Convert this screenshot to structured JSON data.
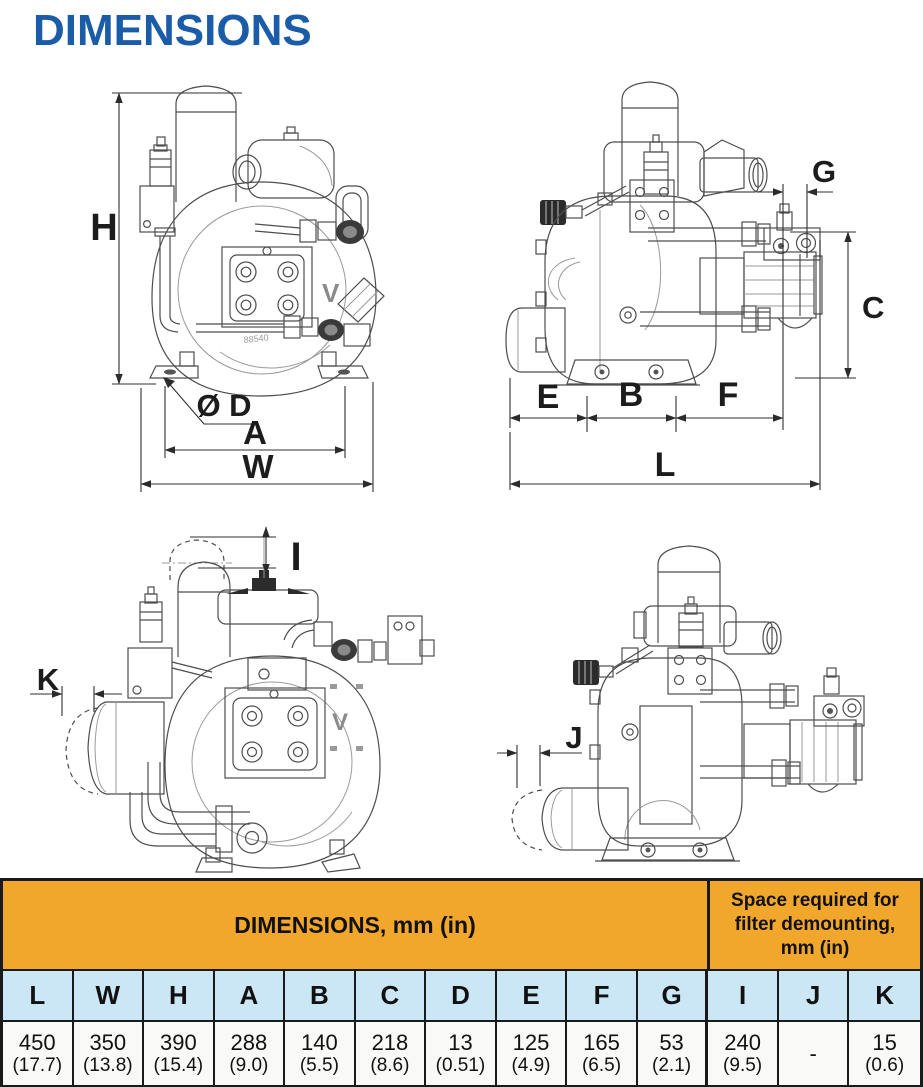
{
  "title": "DIMENSIONS",
  "colors": {
    "title_blue": "#1A5CA8",
    "table_header_orange": "#F0A72B",
    "table_subheader_blue": "#CBE6F4",
    "drawing_line": "#4d4d4d"
  },
  "drawings": {
    "front_top": {
      "dims": {
        "h": "H",
        "dia_d": "Ø D",
        "a": "A",
        "w": "W"
      },
      "marks": {
        "v": "V",
        "part": "88540"
      }
    },
    "side_top": {
      "dims": {
        "g": "G",
        "c": "C",
        "e": "E",
        "b": "B",
        "f": "F",
        "l": "L"
      }
    },
    "front_bottom": {
      "dims": {
        "i": "I",
        "k": "K"
      },
      "marks": {
        "v": "V"
      }
    },
    "side_bottom": {
      "dims": {
        "j": "J"
      }
    }
  },
  "table": {
    "header_dimensions": "DIMENSIONS, mm (in)",
    "header_space": "Space required for filter demounting, mm (in)",
    "columns": [
      "L",
      "W",
      "H",
      "A",
      "B",
      "C",
      "D",
      "E",
      "F",
      "G",
      "I",
      "J",
      "K"
    ],
    "values_mm": [
      "450",
      "350",
      "390",
      "288",
      "140",
      "218",
      "13",
      "125",
      "165",
      "53",
      "240",
      "-",
      "15"
    ],
    "values_in": [
      "(17.7)",
      "(13.8)",
      "(15.4)",
      "(9.0)",
      "(5.5)",
      "(8.6)",
      "(0.51)",
      "(4.9)",
      "(6.5)",
      "(2.1)",
      "(9.5)",
      "",
      "(0.6)"
    ],
    "dimensions_span_columns": 10,
    "space_span_columns": 3
  }
}
